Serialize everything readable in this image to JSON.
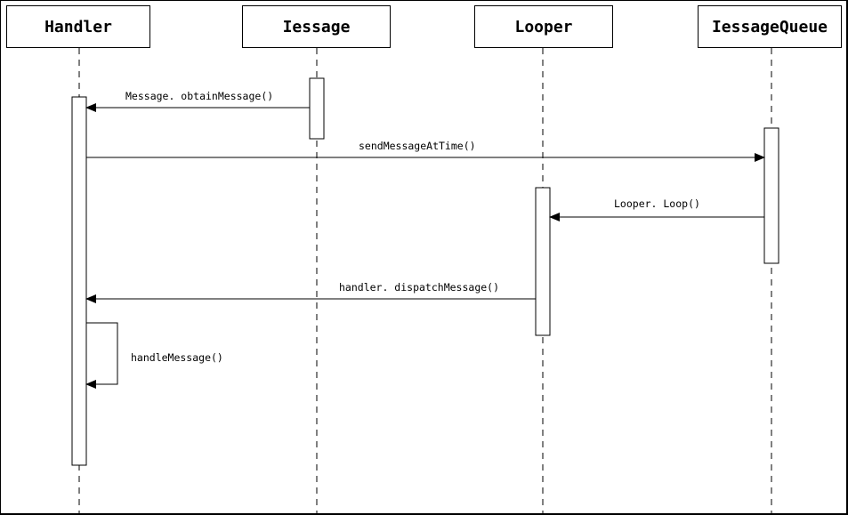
{
  "participants": {
    "handler": "Handler",
    "message": "Iessage",
    "looper": "Looper",
    "queue": "IessageQueue"
  },
  "messages": {
    "obtain": "Message. obtainMessage()",
    "send": "sendMessageAtTime()",
    "loop": "Looper. Loop()",
    "dispatch": "handler. dispatchMessage()",
    "handle": "handleMessage()"
  },
  "colors": {
    "line": "#000000",
    "background": "#ffffff"
  }
}
